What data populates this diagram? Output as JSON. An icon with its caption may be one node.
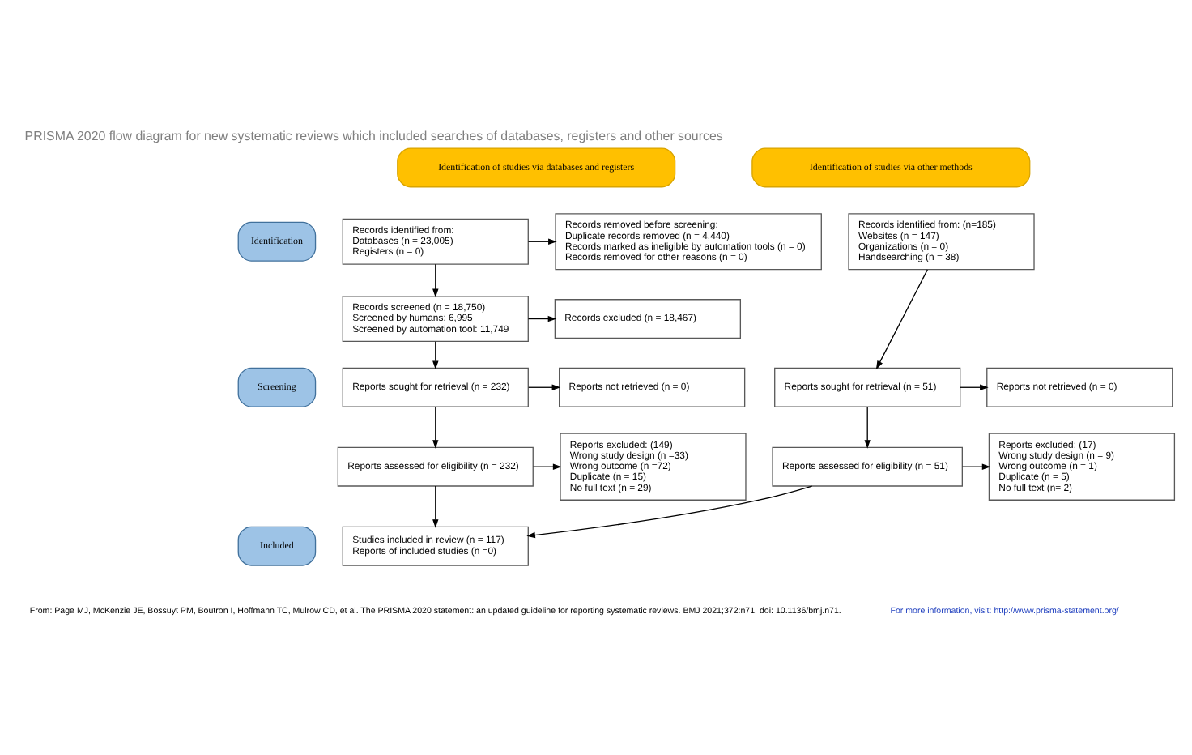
{
  "diagram": {
    "title": "PRISMA 2020 flow diagram for new systematic reviews which included searches of databases, registers and other sources",
    "nodes": [
      {
        "text": [
          "Identification of studies via databases and registers"
        ]
      },
      {
        "text": [
          "Identification of studies via other methods"
        ]
      },
      {
        "text": [
          "Identification"
        ]
      },
      {
        "text": [
          "Screening"
        ]
      },
      {
        "text": [
          "Included"
        ]
      },
      {
        "text": [
          "Records identified from:",
          "Databases (n = 23,005)",
          "Registers (n = 0)"
        ]
      },
      {
        "text": [
          "Records removed before screening:",
          "Duplicate records removed (n = 4,440)",
          "Records marked as ineligible by automation tools (n = 0)",
          "Records removed for other reasons (n = 0)"
        ]
      },
      {
        "text": [
          "Records identified from: (n=185)",
          "Websites (n = 147)",
          "Organizations (n = 0)",
          "Handsearching (n = 38)"
        ]
      },
      {
        "text": [
          "Records screened (n = 18,750)",
          "Screened by humans: 6,995",
          "Screened by automation tool: 11,749"
        ]
      },
      {
        "text": [
          "Records excluded (n = 18,467)"
        ]
      },
      {
        "text": [
          "Reports sought for retrieval (n = 232)"
        ]
      },
      {
        "text": [
          "Reports not retrieved (n = 0)"
        ]
      },
      {
        "text": [
          "Reports assessed for eligibility (n = 232)"
        ]
      },
      {
        "text": [
          "Reports excluded: (149)",
          "Wrong study design (n =33)",
          "Wrong outcome (n =72)",
          "Duplicate (n = 15)",
          "No full text (n = 29)"
        ]
      },
      {
        "text": [
          "Reports sought for retrieval (n = 51)"
        ]
      },
      {
        "text": [
          "Reports not retrieved (n = 0)"
        ]
      },
      {
        "text": [
          "Reports assessed for eligibility (n = 51)"
        ]
      },
      {
        "text": [
          "Reports excluded: (17)",
          "Wrong study design (n = 9)",
          "Wrong outcome (n = 1)",
          "Duplicate (n = 5)",
          "No full text (n= 2)"
        ]
      },
      {
        "text": [
          "Studies included in review (n = 117)",
          "Reports of included studies (n =0)"
        ]
      }
    ],
    "edges": [
      {
        "from": 5,
        "to": 6,
        "arrow": "to"
      },
      {
        "from": 5,
        "to": 8,
        "arrow": "to"
      },
      {
        "from": 8,
        "to": 9,
        "arrow": "to"
      },
      {
        "from": 8,
        "to": 10,
        "arrow": "to"
      },
      {
        "from": 10,
        "to": 11,
        "arrow": "to"
      },
      {
        "from": 10,
        "to": 12,
        "arrow": "to"
      },
      {
        "from": 12,
        "to": 13,
        "arrow": "to"
      },
      {
        "from": 12,
        "to": 18,
        "arrow": "to"
      },
      {
        "from": 7,
        "to": 14,
        "arrow": "to"
      },
      {
        "from": 14,
        "to": 15,
        "arrow": "to"
      },
      {
        "from": 14,
        "to": 16,
        "arrow": "to"
      },
      {
        "from": 16,
        "to": 17,
        "arrow": "to"
      },
      {
        "from": 16,
        "to": 18,
        "arrow": "to"
      }
    ],
    "labels": [
      "From: Page MJ, McKenzie JE, Bossuyt PM, Boutron I, Hoffmann TC, Mulrow CD, et al. The PRISMA 2020 statement: an updated guideline for reporting systematic reviews. BMJ 2021;372:n71. doi: 10.1136/bmj.n71.",
      "For more information, visit: http://www.prisma-statement.org/"
    ]
  }
}
